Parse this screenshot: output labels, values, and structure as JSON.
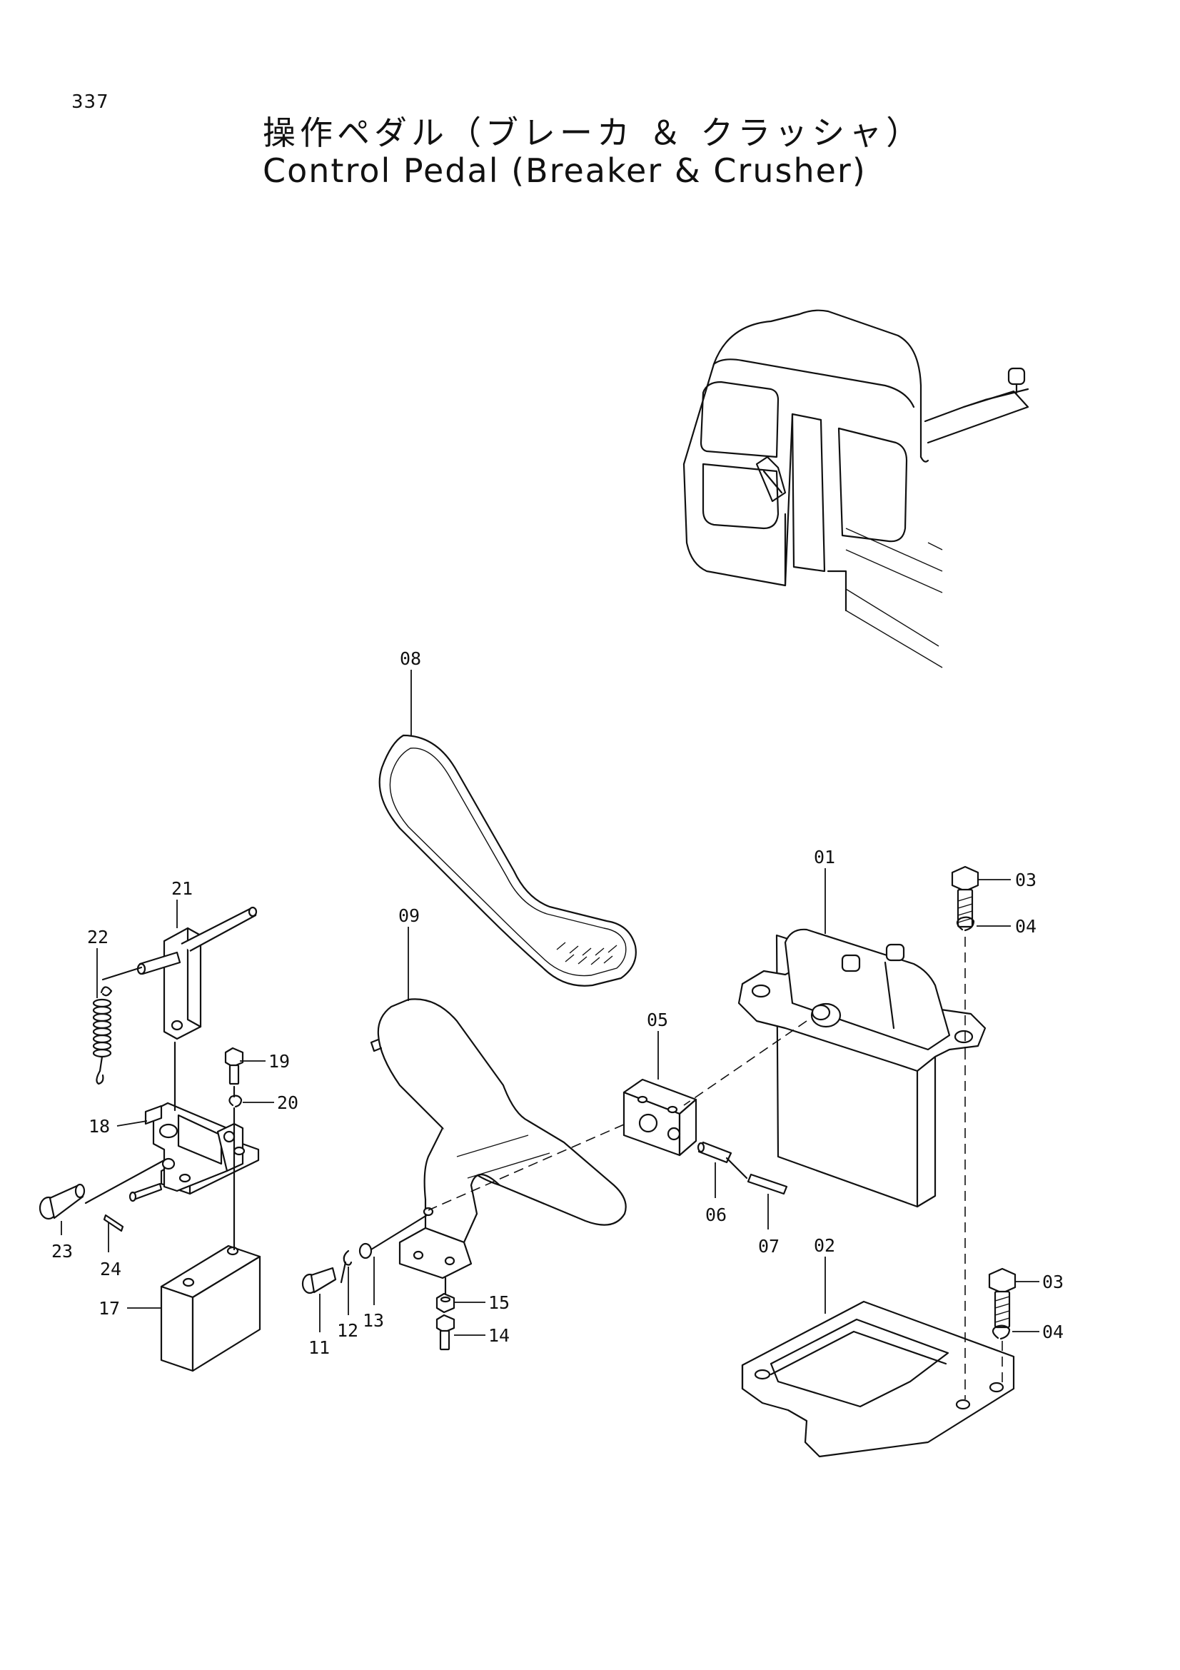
{
  "page": {
    "number": "337",
    "title_ja": "操作ペダル（ブレーカ ＆ クラッシャ）",
    "title_en": "Control Pedal (Breaker & Crusher)"
  },
  "callouts": {
    "p01": "01",
    "p02": "02",
    "p03a": "03",
    "p03b": "03",
    "p04a": "04",
    "p04b": "04",
    "p05": "05",
    "p06": "06",
    "p07": "07",
    "p08": "08",
    "p09": "09",
    "p11": "11",
    "p12": "12",
    "p13": "13",
    "p14": "14",
    "p15": "15",
    "p17": "17",
    "p18": "18",
    "p19": "19",
    "p20": "20",
    "p21": "21",
    "p22": "22",
    "p23": "23",
    "p24": "24"
  },
  "colors": {
    "line": "#111111",
    "background": "#ffffff"
  }
}
